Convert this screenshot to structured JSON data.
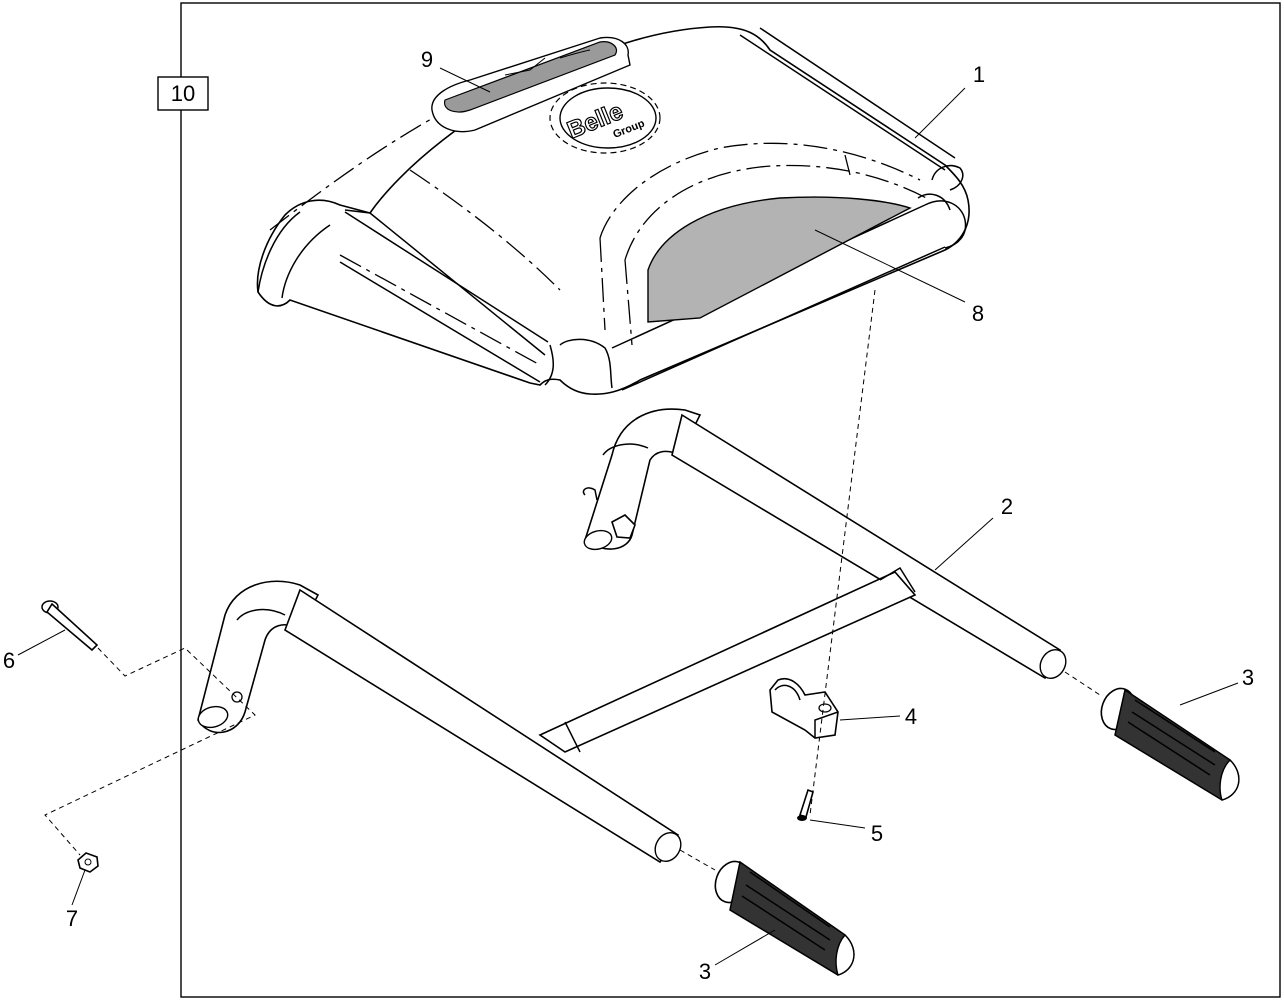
{
  "frame_label": "10",
  "callouts": [
    {
      "id": "c1",
      "text": "1"
    },
    {
      "id": "c2",
      "text": "2"
    },
    {
      "id": "c3a",
      "text": "3"
    },
    {
      "id": "c3b",
      "text": "3"
    },
    {
      "id": "c4",
      "text": "4"
    },
    {
      "id": "c5",
      "text": "5"
    },
    {
      "id": "c6",
      "text": "6"
    },
    {
      "id": "c7",
      "text": "7"
    },
    {
      "id": "c8",
      "text": "8"
    },
    {
      "id": "c9",
      "text": "9"
    }
  ],
  "logo": {
    "main": "Belle",
    "sub": "Group"
  }
}
